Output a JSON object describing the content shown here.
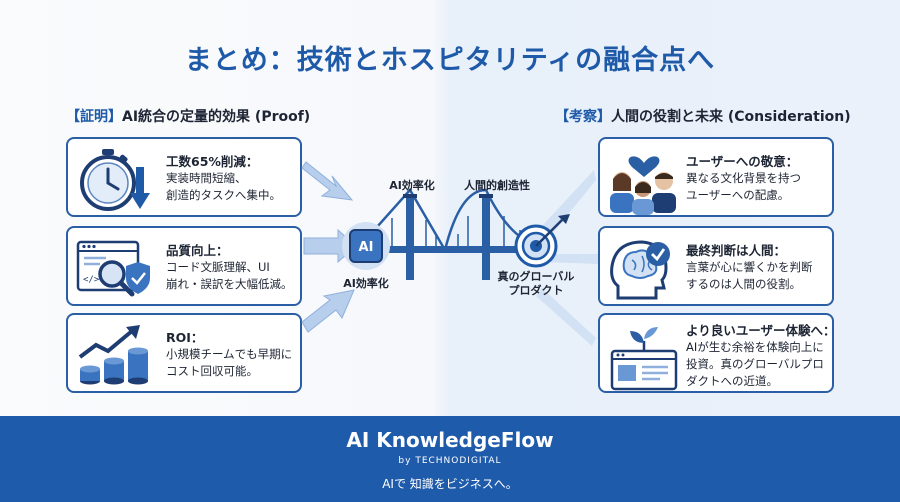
{
  "title": "まとめ：技術とホスピタリティの融合点へ",
  "left_section": {
    "bracket": "【証明】",
    "text": "AI統合の定量的効果 (Proof)"
  },
  "right_section": {
    "bracket": "【考察】",
    "text": "人間の役割と未来 (Consideration)"
  },
  "left_cards": [
    {
      "icon": "stopwatch-down-arrow-icon",
      "title": "工数65%削減：",
      "lines": [
        "実装時間短縮、",
        "創造的タスクへ集中。"
      ]
    },
    {
      "icon": "code-magnifier-shield-icon",
      "title": "品質向上：",
      "lines": [
        "コード文脈理解、UI",
        "崩れ・誤訳を大幅低減。"
      ]
    },
    {
      "icon": "growth-coins-chart-icon",
      "title": "ROI：",
      "lines": [
        "小規模チームでも早期に",
        "コスト回収可能。"
      ]
    }
  ],
  "right_cards": [
    {
      "icon": "people-heart-icon",
      "title": "ユーザーへの敬意：",
      "lines": [
        "異なる文化背景を持つ",
        "ユーザーへの配慮。"
      ]
    },
    {
      "icon": "head-brain-check-icon",
      "title": "最終判断は人間：",
      "lines": [
        "言葉が心に響くかを判断",
        "するのは人間の役割。"
      ]
    },
    {
      "icon": "window-plant-icon",
      "title": "より良いユーザー体験へ：",
      "lines": [
        "AIが生む余裕を体験向上に",
        "投資。真のグローバルプロ",
        "ダクトへの近道。"
      ]
    }
  ],
  "bridge": {
    "tower_left_label": "AI効率化",
    "tower_right_label": "人間的創造性",
    "chip_text": "AI",
    "chip_label": "AI効率化",
    "target_label": [
      "真のグローバル",
      "プロダクト"
    ]
  },
  "footer": {
    "brand": "AI KnowledgeFlow",
    "by": "by TECHNODIGITAL",
    "tagline": "AIで 知識をビジネスへ。"
  },
  "colors": {
    "primary": "#1e5aa8",
    "footer": "#1f5bab",
    "accent_light": "#bcd3ee",
    "card_border": "#2a5ea5"
  }
}
